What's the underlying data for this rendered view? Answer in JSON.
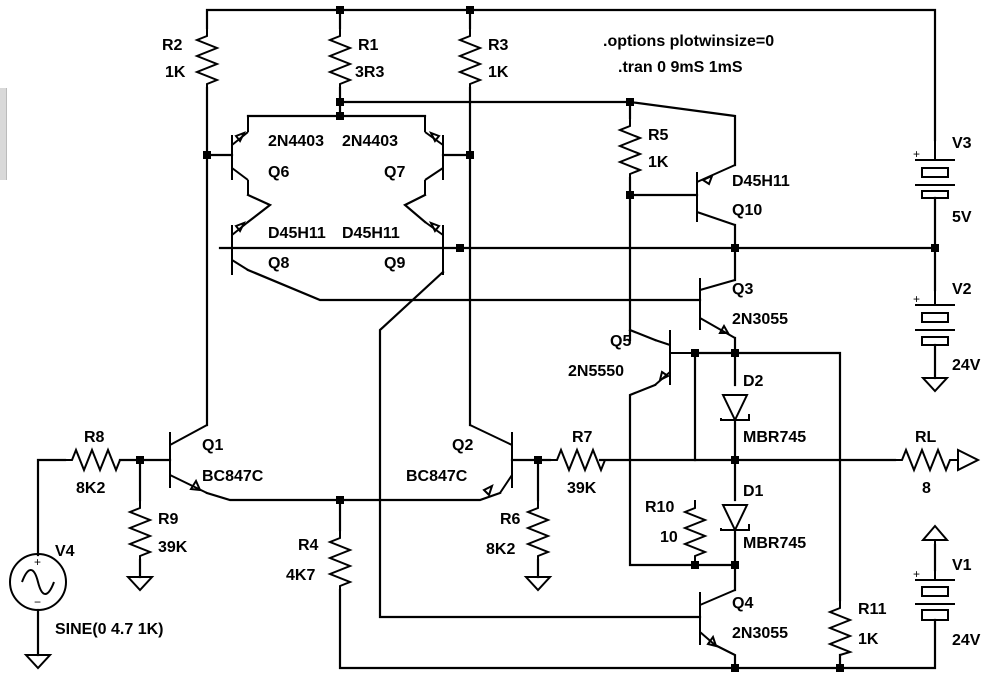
{
  "directives": [
    ".options plotwinsize=0",
    ".tran 0 9mS 1mS"
  ],
  "components": {
    "R1": {
      "name": "R1",
      "value": "3R3"
    },
    "R2": {
      "name": "R2",
      "value": "1K"
    },
    "R3": {
      "name": "R3",
      "value": "1K"
    },
    "R4": {
      "name": "R4",
      "value": "4K7"
    },
    "R5": {
      "name": "R5",
      "value": "1K"
    },
    "R6": {
      "name": "R6",
      "value": "8K2"
    },
    "R7": {
      "name": "R7",
      "value": "39K"
    },
    "R8": {
      "name": "R8",
      "value": "8K2"
    },
    "R9": {
      "name": "R9",
      "value": "39K"
    },
    "R10": {
      "name": "R10",
      "value": "10"
    },
    "R11": {
      "name": "R11",
      "value": "1K"
    },
    "RL": {
      "name": "RL",
      "value": "8"
    },
    "Q1": {
      "name": "Q1",
      "model": "BC847C"
    },
    "Q2": {
      "name": "Q2",
      "model": "BC847C"
    },
    "Q3": {
      "name": "Q3",
      "model": "2N3055"
    },
    "Q4": {
      "name": "Q4",
      "model": "2N3055"
    },
    "Q5": {
      "name": "Q5",
      "model": "2N5550"
    },
    "Q6": {
      "name": "Q6",
      "model": "2N4403"
    },
    "Q7": {
      "name": "Q7",
      "model": "2N4403"
    },
    "Q8": {
      "name": "Q8",
      "model": "D45H11"
    },
    "Q9": {
      "name": "Q9",
      "model": "D45H11"
    },
    "Q10": {
      "name": "Q10",
      "model": "D45H11"
    },
    "D1": {
      "name": "D1",
      "model": "MBR745"
    },
    "D2": {
      "name": "D2",
      "model": "MBR745"
    },
    "V1": {
      "name": "V1",
      "value": "24V"
    },
    "V2": {
      "name": "V2",
      "value": "24V"
    },
    "V3": {
      "name": "V3",
      "value": "5V"
    },
    "V4": {
      "name": "V4",
      "value": "SINE(0 4.7 1K)"
    }
  },
  "symbols": {
    "plus": "+",
    "minus": "−"
  }
}
